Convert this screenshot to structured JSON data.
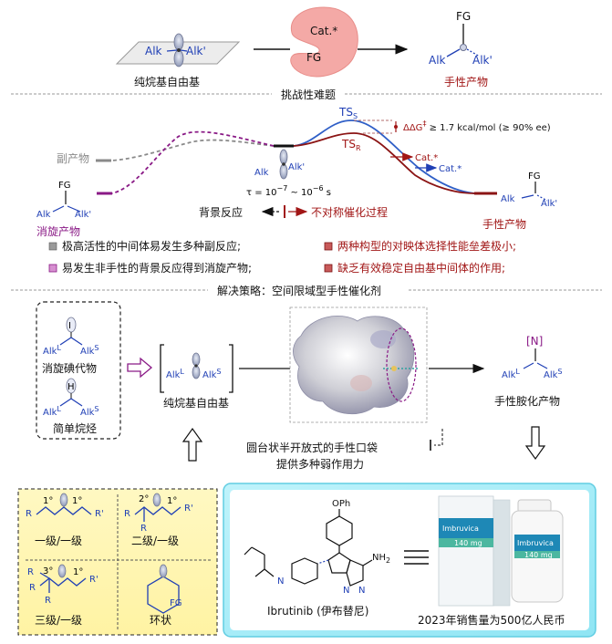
{
  "top": {
    "left_radical_caption": "纯烷基自由基",
    "catalyst_label": "Cat.*",
    "catalyst_fg": "FG",
    "right_product_caption": "手性产物",
    "fg": "FG",
    "alk": "Alk",
    "alk_prime": "Alk'"
  },
  "challenge": {
    "title": "挑战性难题",
    "side_product": "副产物",
    "racemic_product": "消旋产物",
    "ts_s": "TS",
    "ts_s_sub": "S",
    "ts_r": "TS",
    "ts_r_sub": "R",
    "ddg": "ΔΔG",
    "ddg_rest": " ≥ 1.7 kcal/mol (≥ 90% ee)",
    "ddg_sup": "‡",
    "cat_red": "Cat.*",
    "cat_blue": "Cat.*",
    "lifetime_prefix": "τ = 10",
    "lifetime_exp1": "−7",
    "lifetime_mid": " ~ 10",
    "lifetime_exp2": "−6",
    "lifetime_unit": " s",
    "background_reaction": "背景反应",
    "asymmetric_process": "不对称催化过程",
    "chiral_product": "手性产物",
    "bullets": [
      "极高活性的中间体易发生多种副反应;",
      "易发生非手性的背景反应得到消旋产物;",
      "两种构型的对映体选择性能垒差极小;",
      "缺乏有效稳定自由基中间体的作用;"
    ]
  },
  "solution": {
    "title": "解决策略：空间限域型手性催化剂",
    "racemic_iodide": "消旋碘代物",
    "simple_alkane": "简单烷烃",
    "radical_caption": "纯烷基自由基",
    "iodine": "I",
    "hydrogen": "H",
    "alk_l": "Alk",
    "sup_l": "L",
    "alk_s": "Alk",
    "sup_s": "S",
    "pocket_line1": "圆台状半开放式的手性口袋",
    "pocket_line2": "提供多种弱作用力",
    "product_n": "[N]",
    "amine_caption": "手性胺化产物"
  },
  "scope": {
    "items": [
      "一级/一级",
      "二级/一级",
      "三级/一级",
      "环状"
    ],
    "deg1": "1°",
    "deg2": "2°",
    "deg3": "3°",
    "r": "R",
    "rp": "R'",
    "fg": "FG"
  },
  "drug": {
    "name": "Ibrutinib (伊布替尼)",
    "sales": "2023年销售量为500亿人民币",
    "oph": "OPh",
    "nh2": "NH",
    "nh2_sub": "2",
    "n": "N",
    "box_brand": "Imbruvica",
    "box_dose": "140 mg"
  }
}
